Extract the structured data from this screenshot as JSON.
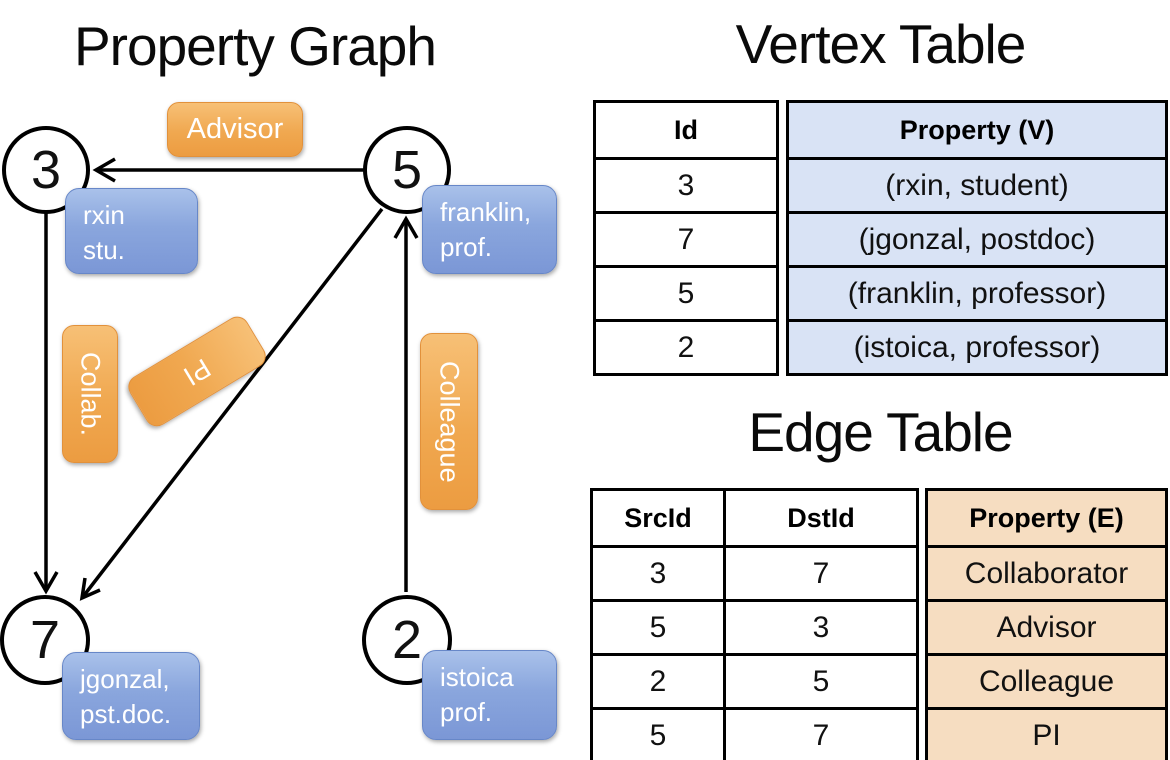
{
  "titles": {
    "graph": "Property Graph",
    "vertex_table": "Vertex Table",
    "edge_table": "Edge Table"
  },
  "graph": {
    "nodes": [
      {
        "id": "3",
        "prop_line1": "rxin",
        "prop_line2": "stu."
      },
      {
        "id": "5",
        "prop_line1": "franklin,",
        "prop_line2": "prof."
      },
      {
        "id": "7",
        "prop_line1": "jgonzal,",
        "prop_line2": "pst.doc."
      },
      {
        "id": "2",
        "prop_line1": "istoica",
        "prop_line2": "prof."
      }
    ],
    "edge_labels": {
      "advisor": "Advisor",
      "collab": "Collab.",
      "pi": "PI",
      "colleague": "Colleague"
    }
  },
  "vertex_table": {
    "id_header": "Id",
    "property_header": "Property (V)",
    "rows": [
      {
        "id": "3",
        "property": "(rxin, student)"
      },
      {
        "id": "7",
        "property": "(jgonzal, postdoc)"
      },
      {
        "id": "5",
        "property": "(franklin, professor)"
      },
      {
        "id": "2",
        "property": "(istoica, professor)"
      }
    ]
  },
  "edge_table": {
    "src_header": "SrcId",
    "dst_header": "DstId",
    "property_header": "Property (E)",
    "rows": [
      {
        "src": "3",
        "dst": "7",
        "property": "Collaborator"
      },
      {
        "src": "5",
        "dst": "3",
        "property": "Advisor"
      },
      {
        "src": "2",
        "dst": "5",
        "property": "Colleague"
      },
      {
        "src": "5",
        "dst": "7",
        "property": "PI"
      }
    ]
  },
  "colors": {
    "node_box_blue": "#7b97d6",
    "edge_box_orange": "#f0a850",
    "vertex_cell_bg": "#d9e3f5",
    "edge_cell_bg": "#f6ddc1",
    "line_black": "#000000"
  }
}
